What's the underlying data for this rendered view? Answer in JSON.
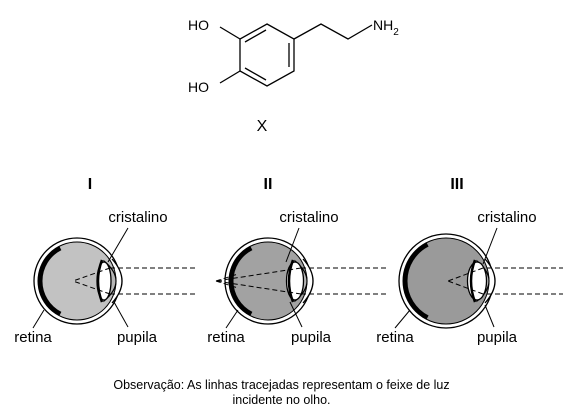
{
  "molecule": {
    "substituent_oh_top": "HO",
    "substituent_oh_bottom": "HO",
    "amine": "NH",
    "amine_subscript": "2",
    "label": "X"
  },
  "eyes": [
    {
      "numeral": "I",
      "lens_label": "cristalino",
      "retina_label": "retina",
      "pupil_label": "pupila",
      "eyeball_fill": "#c2c2c2"
    },
    {
      "numeral": "II",
      "lens_label": "cristalino",
      "retina_label": "retina",
      "pupil_label": "pupila",
      "eyeball_fill": "#a2a2a2"
    },
    {
      "numeral": "III",
      "lens_label": "cristalino",
      "retina_label": "retina",
      "pupil_label": "pupila",
      "eyeball_fill": "#9a9a9a"
    }
  ],
  "note": {
    "line1": "Observação: As linhas tracejadas representam o feixe de luz",
    "line2": "incidente no olho."
  },
  "colors": {
    "outline": "#000000",
    "lens": "#ffffff",
    "pupil_area": "#b5b5b5"
  }
}
